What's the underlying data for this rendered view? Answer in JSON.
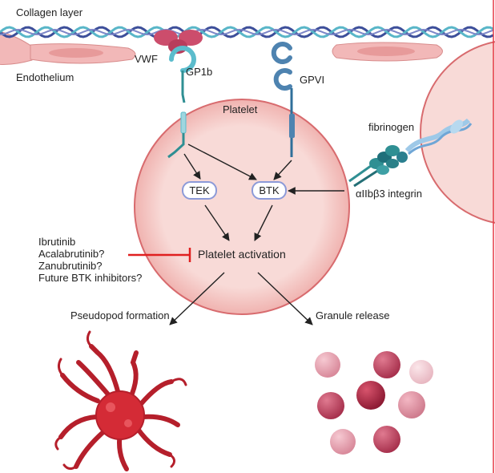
{
  "labels": {
    "collagen_layer": "Collagen layer",
    "endothelium": "Endothelium",
    "vwf": "VWF",
    "gp1b": "GP1b",
    "gpvi": "GPVI",
    "platelet": "Platelet",
    "fibrinogen": "fibrinogen",
    "integrin": "αIIbβ3 integrin",
    "tek": "TEK",
    "btk": "BTK",
    "platelet_activation": "Platelet activation",
    "pseudopod_formation": "Pseudopod formation",
    "granule_release": "Granule release"
  },
  "inhibitors": [
    "Ibrutinib",
    "Acalabrutinib?",
    "Zanubrutinib?",
    "Future BTK inhibitors?"
  ],
  "colors": {
    "collagen_strand_a": "#3d4f9a",
    "collagen_strand_b": "#59b6c8",
    "endothelium": "#f2b8b8",
    "platelet_fill": "#f8d3d0",
    "platelet_border": "#d86b6e",
    "vwf": "#cc4d6c",
    "gp1b": "#5bbccc",
    "gpvi": "#4e83b0",
    "receptor_stem": "#2f8f93",
    "inhibition": "#e02020",
    "activated_platelet": "#d42b36",
    "node_border": "#8c9ad8"
  }
}
